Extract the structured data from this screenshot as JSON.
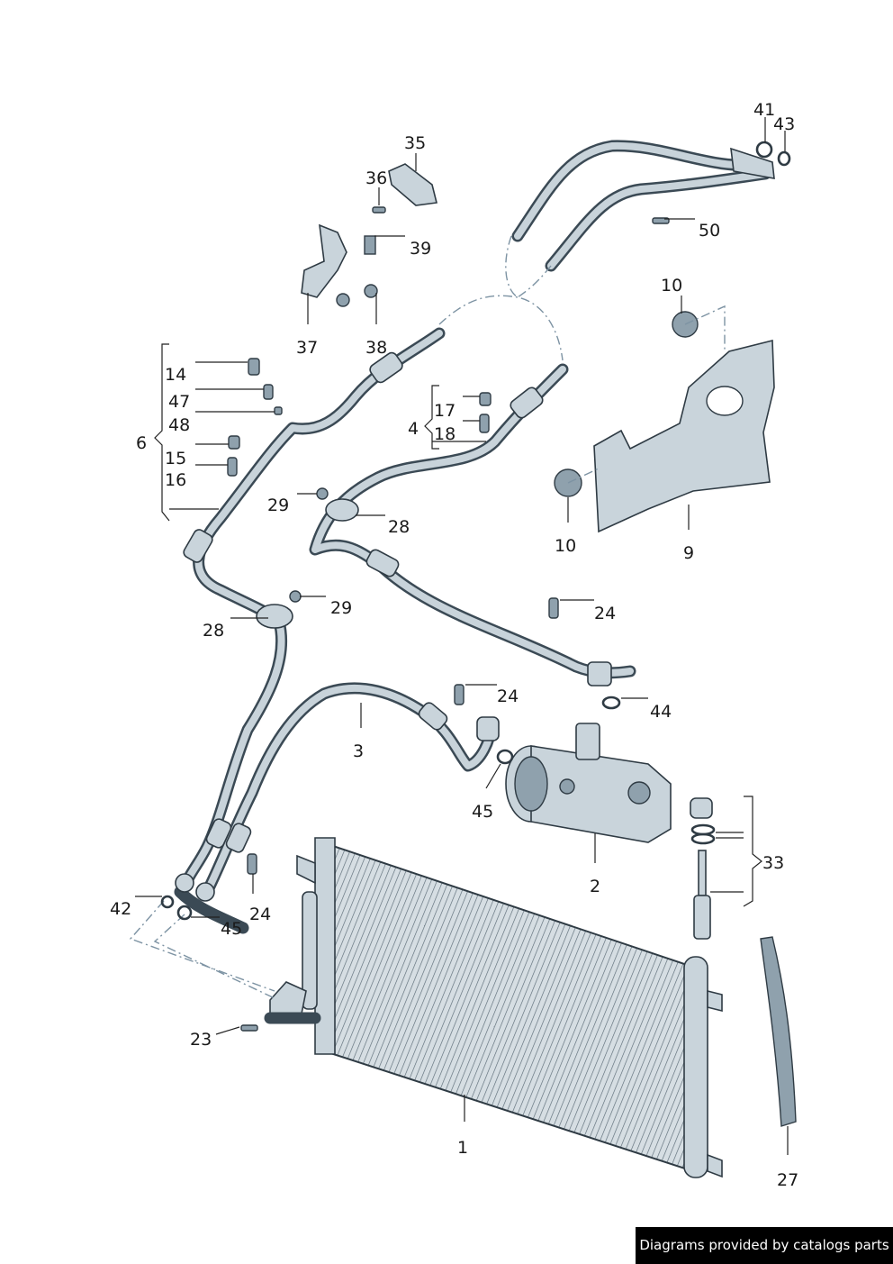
{
  "labels": {
    "l1": "1",
    "l2": "2",
    "l3": "3",
    "l4": "4",
    "l6": "6",
    "l9": "9",
    "l10a": "10",
    "l10b": "10",
    "l14": "14",
    "l15": "15",
    "l16": "16",
    "l17": "17",
    "l18": "18",
    "l23": "23",
    "l24a": "24",
    "l24b": "24",
    "l24c": "24",
    "l27": "27",
    "l28a": "28",
    "l28b": "28",
    "l29a": "29",
    "l29b": "29",
    "l33": "33",
    "l35": "35",
    "l36": "36",
    "l37": "37",
    "l38": "38",
    "l39": "39",
    "l41": "41",
    "l42": "42",
    "l43": "43",
    "l44": "44",
    "l45a": "45",
    "l45b": "45",
    "l47": "47",
    "l48": "48",
    "l50": "50"
  },
  "footer": {
    "text": "Diagrams provided by catalogs parts"
  },
  "colors": {
    "line_art": "#3b4a55",
    "fill": "#c9d4db",
    "badge_bg": "#000000",
    "badge_text": "#ffffff"
  }
}
